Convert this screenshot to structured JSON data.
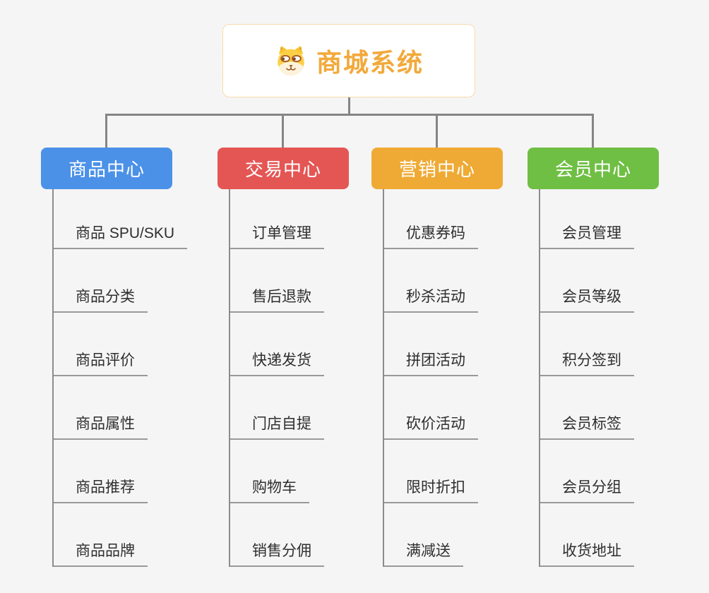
{
  "canvas": {
    "background": "#f5f5f5",
    "connector_color": "#858585",
    "underline_color": "#999999"
  },
  "root": {
    "title": "商城系统",
    "icon": "shiba-dog-icon",
    "text_color": "#f2a93b",
    "border_color": "#f2b558",
    "background": "#ffffff"
  },
  "branches": [
    {
      "label": "商品中心",
      "color": "#4b91e8",
      "children": [
        "商品 SPU/SKU",
        "商品分类",
        "商品评价",
        "商品属性",
        "商品推荐",
        "商品品牌"
      ]
    },
    {
      "label": "交易中心",
      "color": "#e45654",
      "children": [
        "订单管理",
        "售后退款",
        "快递发货",
        "门店自提",
        "购物车",
        "销售分佣"
      ]
    },
    {
      "label": "营销中心",
      "color": "#efaa35",
      "children": [
        "优惠券码",
        "秒杀活动",
        "拼团活动",
        "砍价活动",
        "限时折扣",
        "满减送"
      ]
    },
    {
      "label": "会员中心",
      "color": "#6fbf44",
      "children": [
        "会员管理",
        "会员等级",
        "积分签到",
        "会员标签",
        "会员分组",
        "收货地址"
      ]
    }
  ]
}
